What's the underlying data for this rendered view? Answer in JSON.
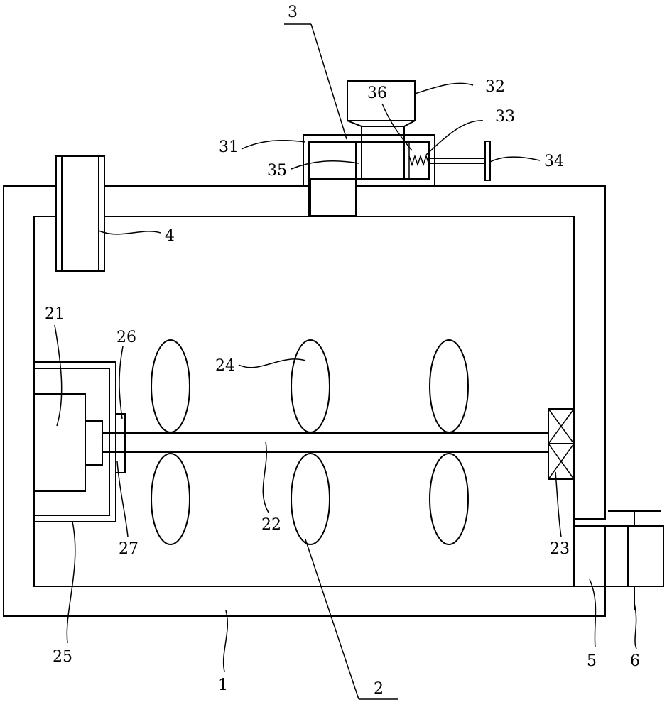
{
  "labels": {
    "l1": "1",
    "l2": "2",
    "l3": "3",
    "l4": "4",
    "l5": "5",
    "l6": "6",
    "l21": "21",
    "l22": "22",
    "l23": "23",
    "l24": "24",
    "l25": "25",
    "l26": "26",
    "l27": "27",
    "l31": "31",
    "l32": "32",
    "l33": "33",
    "l34": "34",
    "l35": "35",
    "l36": "36"
  }
}
